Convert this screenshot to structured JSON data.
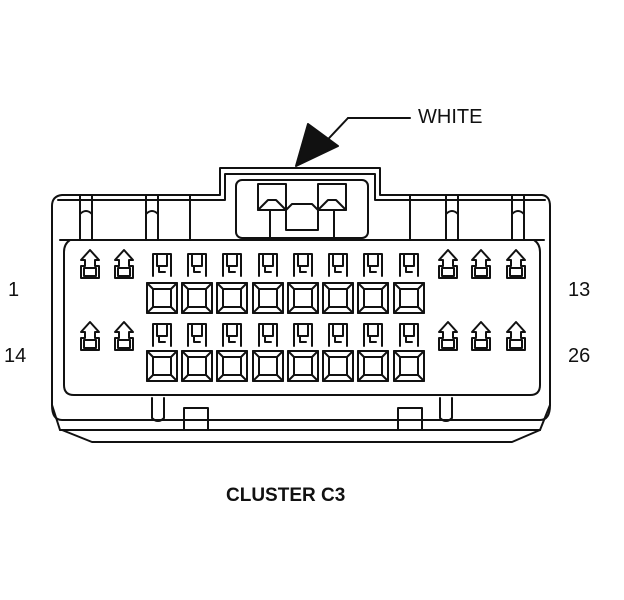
{
  "connector": {
    "color_label": "WHITE",
    "title": "CLUSTER C3",
    "pin_labels": {
      "row1_first": "1",
      "row1_last": "13",
      "row2_first": "14",
      "row2_last": "26"
    }
  },
  "colors": {
    "line": "#111111",
    "background": "#ffffff"
  }
}
